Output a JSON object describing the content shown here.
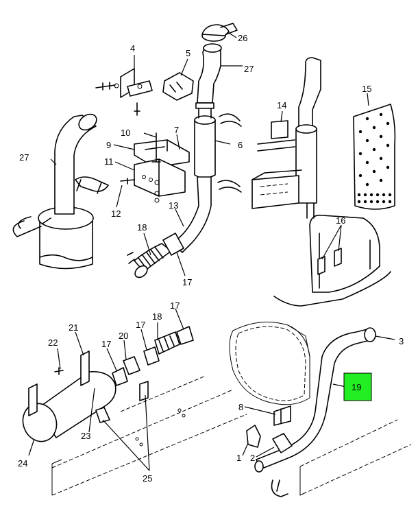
{
  "diagram": {
    "highlight_color": "#22ee22",
    "highlighted_callout": "19",
    "callouts": [
      {
        "key": "c1",
        "label": "1"
      },
      {
        "key": "c2",
        "label": "2"
      },
      {
        "key": "c3",
        "label": "3"
      },
      {
        "key": "c4",
        "label": "4"
      },
      {
        "key": "c5",
        "label": "5"
      },
      {
        "key": "c6",
        "label": "6"
      },
      {
        "key": "c7",
        "label": "7"
      },
      {
        "key": "c8",
        "label": "8"
      },
      {
        "key": "c9",
        "label": "9"
      },
      {
        "key": "c10",
        "label": "10"
      },
      {
        "key": "c11",
        "label": "11"
      },
      {
        "key": "c12",
        "label": "12"
      },
      {
        "key": "c13",
        "label": "13"
      },
      {
        "key": "c14",
        "label": "14"
      },
      {
        "key": "c15",
        "label": "15"
      },
      {
        "key": "c16",
        "label": "16"
      },
      {
        "key": "c17a",
        "label": "17"
      },
      {
        "key": "c17b",
        "label": "17"
      },
      {
        "key": "c17c",
        "label": "17"
      },
      {
        "key": "c17d",
        "label": "17"
      },
      {
        "key": "c18a",
        "label": "18"
      },
      {
        "key": "c18b",
        "label": "18"
      },
      {
        "key": "c19",
        "label": "19"
      },
      {
        "key": "c20",
        "label": "20"
      },
      {
        "key": "c21",
        "label": "21"
      },
      {
        "key": "c22",
        "label": "22"
      },
      {
        "key": "c23",
        "label": "23"
      },
      {
        "key": "c24",
        "label": "24"
      },
      {
        "key": "c25",
        "label": "25"
      },
      {
        "key": "c26",
        "label": "26"
      },
      {
        "key": "c27a",
        "label": "27"
      },
      {
        "key": "c27b",
        "label": "27"
      }
    ]
  }
}
